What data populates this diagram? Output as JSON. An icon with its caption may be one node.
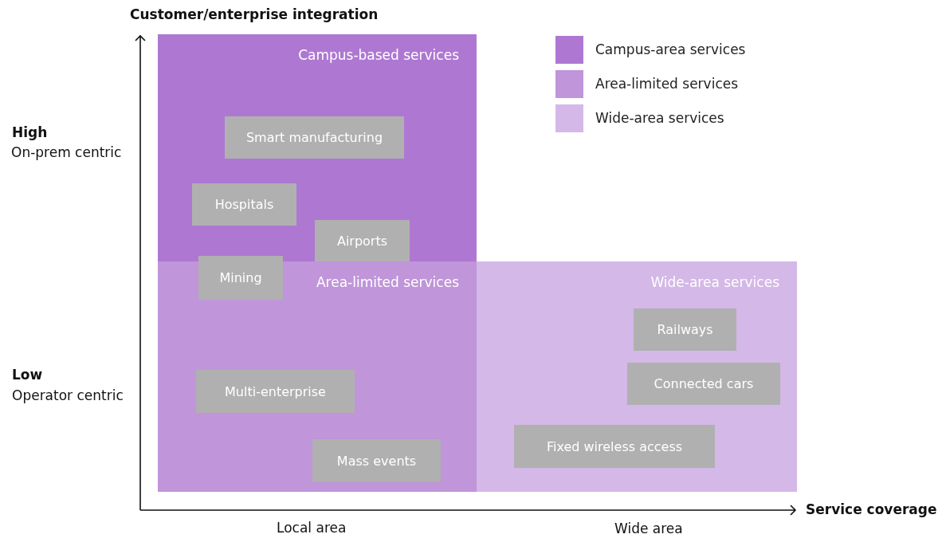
{
  "diagram": {
    "nodes": [
      {
        "text": [
          "Campus-based services"
        ]
      },
      {
        "text": [
          "Smart manufacturing"
        ],
        "in": 0
      },
      {
        "text": [
          "Hospitals"
        ],
        "in": 0
      },
      {
        "text": [
          "Airports"
        ],
        "in": 0
      },
      {
        "text": [
          "Area-limited services"
        ]
      },
      {
        "text": [
          "Mining"
        ]
      },
      {
        "text": [
          "Multi-enterprise"
        ],
        "in": 4
      },
      {
        "text": [
          "Mass events"
        ],
        "in": 4
      },
      {
        "text": [
          "Wide-area services"
        ]
      },
      {
        "text": [
          "Railways"
        ],
        "in": 8
      },
      {
        "text": [
          "Connected cars"
        ],
        "in": 8
      },
      {
        "text": [
          "Fixed wireless access"
        ],
        "in": 8
      }
    ],
    "edges": [],
    "labels": [
      "Customer/enterprise integration",
      "High",
      "On-prem centric",
      "Low",
      "Operator centric",
      "Service coverage",
      "Local area",
      "Wide area"
    ],
    "legend": [
      {
        "text": "Campus-area services",
        "color": "#ae78d2"
      },
      {
        "text": "Area-limited services",
        "color": "#c095d9"
      },
      {
        "text": "Wide-area services",
        "color": "#d4b8e7"
      }
    ]
  }
}
